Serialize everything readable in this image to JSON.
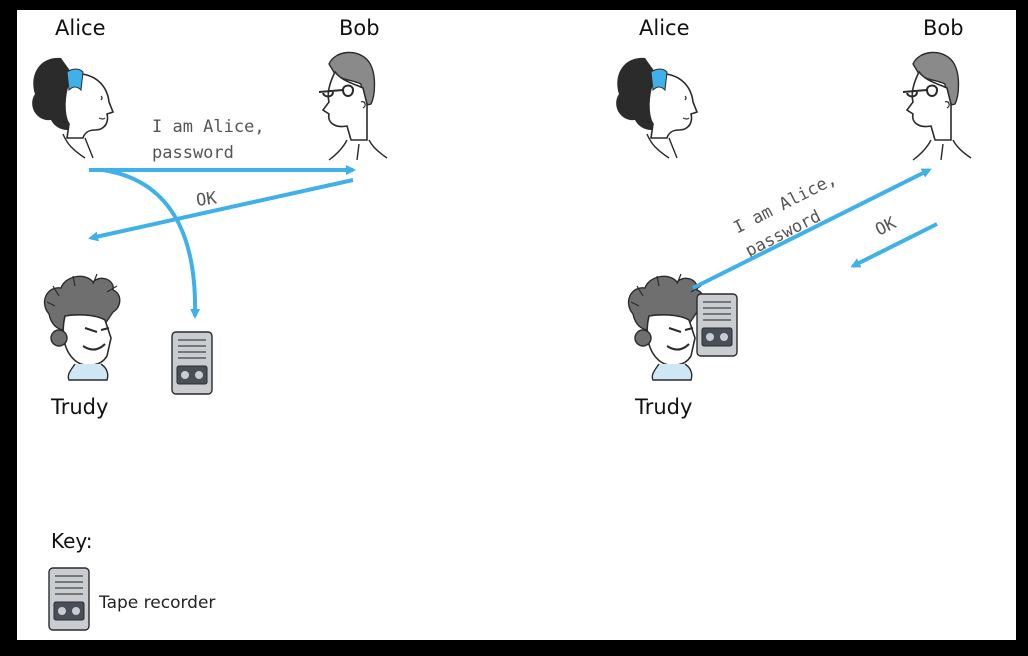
{
  "scenario_left": {
    "alice_label": "Alice",
    "bob_label": "Bob",
    "trudy_label": "Trudy",
    "message_line1": "I am Alice,",
    "message_line2": "password",
    "reply": "OK"
  },
  "scenario_right": {
    "alice_label": "Alice",
    "bob_label": "Bob",
    "trudy_label": "Trudy",
    "message_line1": "I am Alice,",
    "message_line2": "password",
    "reply": "OK"
  },
  "key": {
    "title": "Key:",
    "tape_recorder_label": "Tape recorder"
  },
  "colors": {
    "arrow": "#3fb0e8",
    "hair": "#2b2b2b",
    "headband": "#3fb0e8",
    "recorder_body": "#c9ccd1",
    "recorder_window": "#4a4f57"
  },
  "icons": [
    "alice-figure-icon",
    "bob-figure-icon",
    "trudy-figure-icon",
    "tape-recorder-icon"
  ]
}
